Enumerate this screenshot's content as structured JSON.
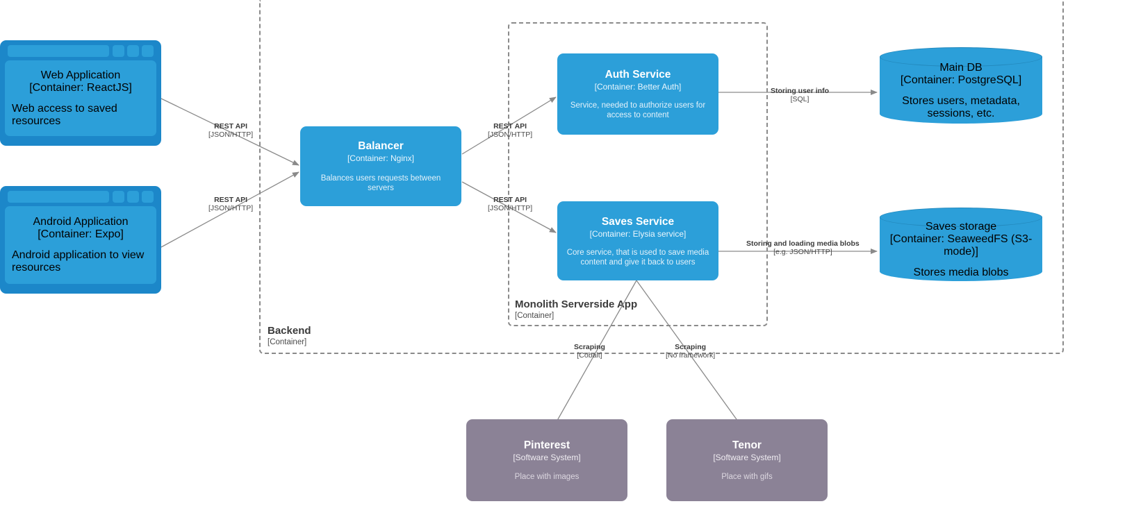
{
  "diagram": {
    "kind": "C4 Container diagram",
    "boundaries": [
      {
        "id": "backend",
        "label": "Backend",
        "sublabel": "[Container]"
      },
      {
        "id": "monolith",
        "label": "Monolith Serverside App",
        "sublabel": "[Container]"
      }
    ],
    "nodes": [
      {
        "id": "web-application",
        "shape": "browser",
        "title": "Web Application",
        "tech": "[Container: ReactJS]",
        "desc": "Web access to saved resources",
        "color": "#2C9FD9"
      },
      {
        "id": "android-application",
        "shape": "browser",
        "title": "Android Application",
        "tech": "[Container: Expo]",
        "desc": "Android application to view resources",
        "color": "#2C9FD9"
      },
      {
        "id": "balancer",
        "shape": "container",
        "title": "Balancer",
        "tech": "[Container: Nginx]",
        "desc": "Balances users requests between servers",
        "color": "#2C9FD9"
      },
      {
        "id": "auth-service",
        "shape": "container",
        "title": "Auth Service",
        "tech": "[Container: Better Auth]",
        "desc": "Service, needed to authorize users for access to content",
        "color": "#2C9FD9"
      },
      {
        "id": "saves-service",
        "shape": "container",
        "title": "Saves Service",
        "tech": "[Container: Elysia service]",
        "desc": "Core service, that is used to save media content and give it back to users",
        "color": "#2C9FD9"
      },
      {
        "id": "main-db",
        "shape": "database",
        "title": "Main DB",
        "tech": "[Container: PostgreSQL]",
        "desc": "Stores users, metadata, sessions, etc.",
        "color": "#2C9FD9"
      },
      {
        "id": "saves-storage",
        "shape": "database",
        "title": "Saves storage",
        "tech": "[Container: SeaweedFS (S3-mode)]",
        "desc": "Stores media blobs",
        "color": "#2C9FD9"
      },
      {
        "id": "pinterest",
        "shape": "external",
        "title": "Pinterest",
        "tech": "[Software System]",
        "desc": "Place with images",
        "color": "#8B8296"
      },
      {
        "id": "tenor",
        "shape": "external",
        "title": "Tenor",
        "tech": "[Software System]",
        "desc": "Place with gifs",
        "color": "#8B8296"
      }
    ],
    "edges": [
      {
        "id": "web-to-balancer",
        "from": "web-application",
        "to": "balancer",
        "label": "REST API",
        "tech": "[JSON/HTTP]"
      },
      {
        "id": "android-to-balancer",
        "from": "android-application",
        "to": "balancer",
        "label": "REST API",
        "tech": "[JSON/HTTP]"
      },
      {
        "id": "balancer-to-auth",
        "from": "balancer",
        "to": "auth-service",
        "label": "REST API",
        "tech": "[JSON/HTTP]"
      },
      {
        "id": "balancer-to-saves",
        "from": "balancer",
        "to": "saves-service",
        "label": "REST API",
        "tech": "[JSON/HTTP]"
      },
      {
        "id": "auth-to-main-db",
        "from": "auth-service",
        "to": "main-db",
        "label": "Storing user info",
        "tech": "[SQL]"
      },
      {
        "id": "saves-to-saves-storage",
        "from": "saves-service",
        "to": "saves-storage",
        "label": "Storing and loading media blobs",
        "tech": "[e.g. JSON/HTTP]"
      },
      {
        "id": "saves-to-pinterest",
        "from": "saves-service",
        "to": "pinterest",
        "label": "Scraping",
        "tech": "[Cobalt]"
      },
      {
        "id": "saves-to-tenor",
        "from": "saves-service",
        "to": "tenor",
        "label": "Scraping",
        "tech": "[No framework]"
      }
    ],
    "colors": {
      "container": "#2C9FD9",
      "container_chrome": "#1C87C9",
      "external_system": "#8B8296",
      "boundary_border": "#8a8a8a",
      "edge_line": "#8a8a8a",
      "background": "#ffffff"
    }
  }
}
